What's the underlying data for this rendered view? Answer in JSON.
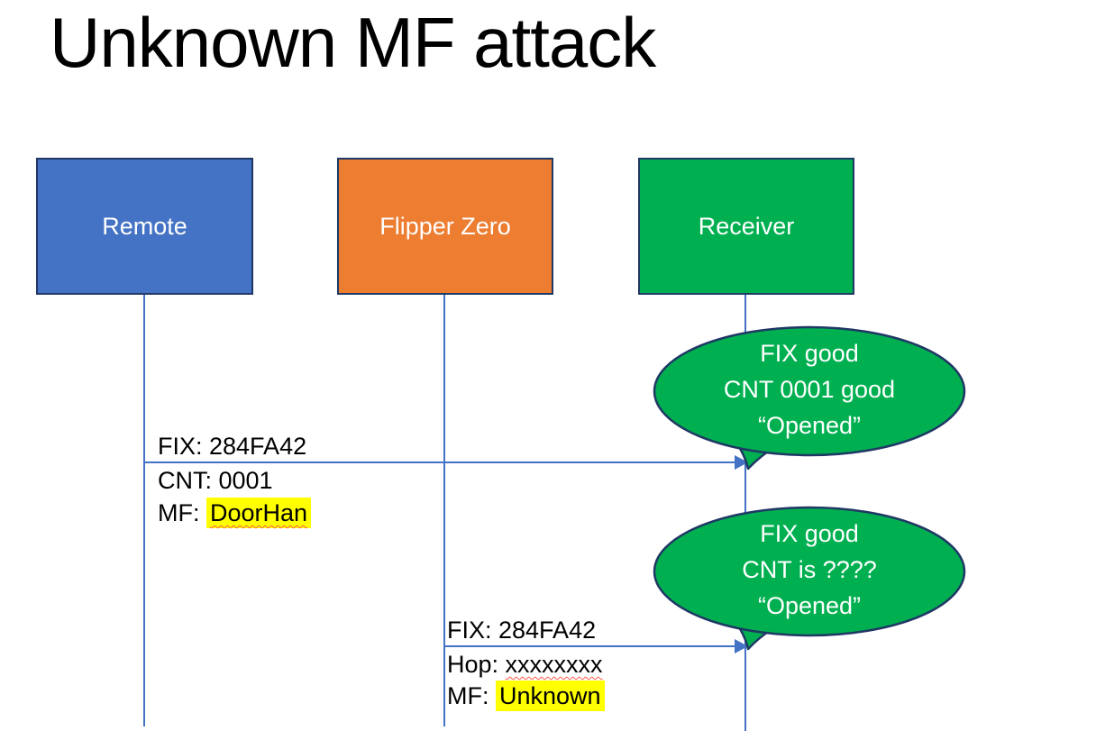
{
  "title": "Unknown MF attack",
  "colors": {
    "remote_fill": "#4472C4",
    "flipper_fill": "#ED7D31",
    "receiver_fill": "#00B050",
    "callout_fill": "#00B050",
    "shape_border": "#1F3864",
    "connector_line": "#4472C4",
    "highlight": "#FFFF00",
    "squiggle": "#FF5B45",
    "text_on_shape": "#FFFFFF"
  },
  "actors": [
    {
      "label": "Remote"
    },
    {
      "label": "Flipper Zero"
    },
    {
      "label": "Receiver"
    }
  ],
  "messages": [
    {
      "above": "FIX: 284FA42",
      "below": [
        {
          "prefix": "CNT: ",
          "value": "0001"
        },
        {
          "prefix": "MF: ",
          "value": "DoorHan"
        }
      ]
    },
    {
      "above": "FIX: 284FA42",
      "below": [
        {
          "prefix": "Hop: ",
          "value": "xxxxxxxx"
        },
        {
          "prefix": "MF: ",
          "value": "Unknown"
        }
      ]
    }
  ],
  "callouts": [
    {
      "line1": "FIX good",
      "line2": "CNT 0001 good",
      "line3": "“Opened”"
    },
    {
      "line1": "FIX good",
      "line2": "CNT is ????",
      "line3": "“Opened”"
    }
  ]
}
